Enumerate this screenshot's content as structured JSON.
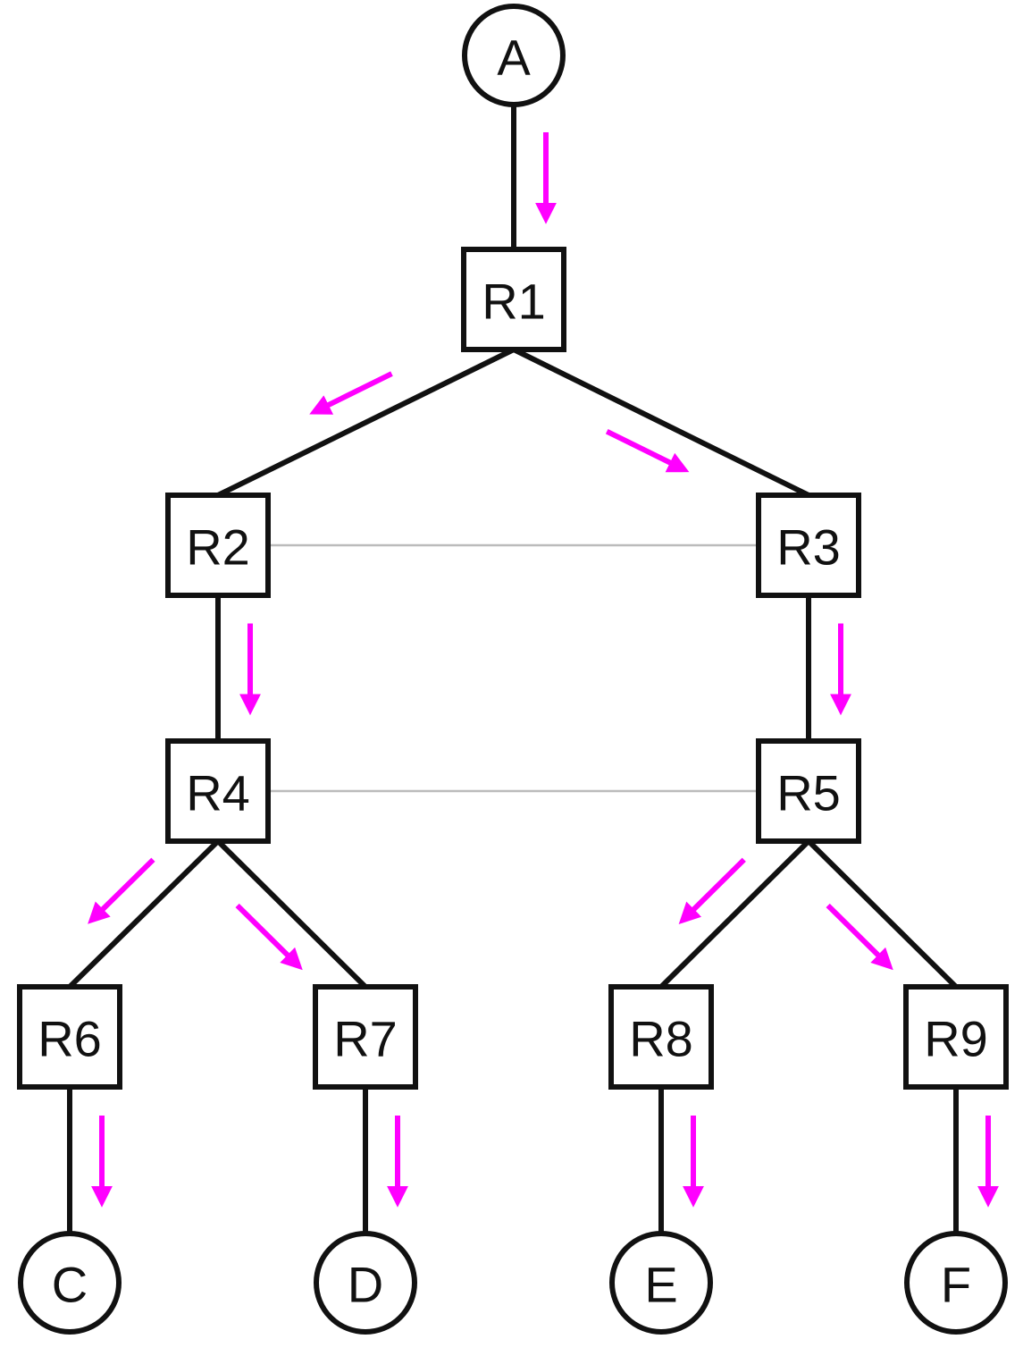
{
  "nodes": [
    {
      "id": "A",
      "label": "A",
      "kind": "host"
    },
    {
      "id": "R1",
      "label": "R1",
      "kind": "router"
    },
    {
      "id": "R2",
      "label": "R2",
      "kind": "router"
    },
    {
      "id": "R3",
      "label": "R3",
      "kind": "router"
    },
    {
      "id": "R4",
      "label": "R4",
      "kind": "router"
    },
    {
      "id": "R5",
      "label": "R5",
      "kind": "router"
    },
    {
      "id": "R6",
      "label": "R6",
      "kind": "router"
    },
    {
      "id": "R7",
      "label": "R7",
      "kind": "router"
    },
    {
      "id": "R8",
      "label": "R8",
      "kind": "router"
    },
    {
      "id": "R9",
      "label": "R9",
      "kind": "router"
    },
    {
      "id": "C",
      "label": "C",
      "kind": "host"
    },
    {
      "id": "D",
      "label": "D",
      "kind": "host"
    },
    {
      "id": "E",
      "label": "E",
      "kind": "host"
    },
    {
      "id": "F",
      "label": "F",
      "kind": "host"
    }
  ],
  "links": [
    {
      "from": "A",
      "to": "R1",
      "style": "tree",
      "flow": true
    },
    {
      "from": "R1",
      "to": "R2",
      "style": "tree",
      "flow": true
    },
    {
      "from": "R1",
      "to": "R3",
      "style": "tree",
      "flow": true
    },
    {
      "from": "R2",
      "to": "R4",
      "style": "tree",
      "flow": true
    },
    {
      "from": "R3",
      "to": "R5",
      "style": "tree",
      "flow": true
    },
    {
      "from": "R4",
      "to": "R6",
      "style": "tree",
      "flow": true
    },
    {
      "from": "R4",
      "to": "R7",
      "style": "tree",
      "flow": true
    },
    {
      "from": "R5",
      "to": "R8",
      "style": "tree",
      "flow": true
    },
    {
      "from": "R5",
      "to": "R9",
      "style": "tree",
      "flow": true
    },
    {
      "from": "R6",
      "to": "C",
      "style": "tree",
      "flow": true
    },
    {
      "from": "R7",
      "to": "D",
      "style": "tree",
      "flow": true
    },
    {
      "from": "R8",
      "to": "E",
      "style": "tree",
      "flow": true
    },
    {
      "from": "R9",
      "to": "F",
      "style": "tree",
      "flow": true
    },
    {
      "from": "R2",
      "to": "R3",
      "style": "peer",
      "flow": false
    },
    {
      "from": "R4",
      "to": "R5",
      "style": "peer",
      "flow": false
    }
  ],
  "colors": {
    "edge": "#111111",
    "peer_edge": "#bbbbbb",
    "flow_arrow": "#ff00ff"
  },
  "icons": {
    "router": "square-node",
    "host": "circle-node",
    "flow": "arrow-icon"
  }
}
